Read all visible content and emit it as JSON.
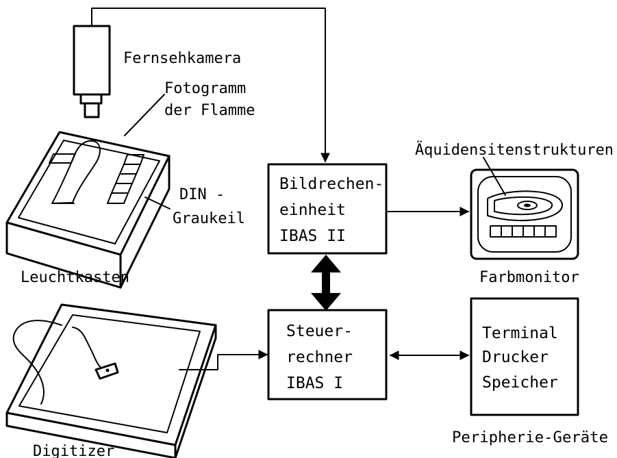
{
  "labels": {
    "tv_camera": "Fernsehkamera",
    "photogram_1": "Fotogramm",
    "photogram_2": "der Flamme",
    "din_1": "DIN -",
    "din_2": "Graukeil",
    "lightbox": "Leuchtkasten",
    "digitizer": "Digitizer",
    "isodensity": "Äquidensitenstrukturen",
    "color_monitor": "Farbmonitor",
    "peripherals": "Peripherie-Geräte"
  },
  "boxes": {
    "image_processor": [
      "Bildrechen-",
      "einheit",
      "IBAS II"
    ],
    "control_computer": [
      "Steuer-",
      "rechner",
      "IBAS I"
    ],
    "peripheral_box": [
      "Terminal",
      "Drucker",
      "Speicher"
    ]
  },
  "colors": {
    "ink": "#000000",
    "paper": "#ffffff"
  }
}
